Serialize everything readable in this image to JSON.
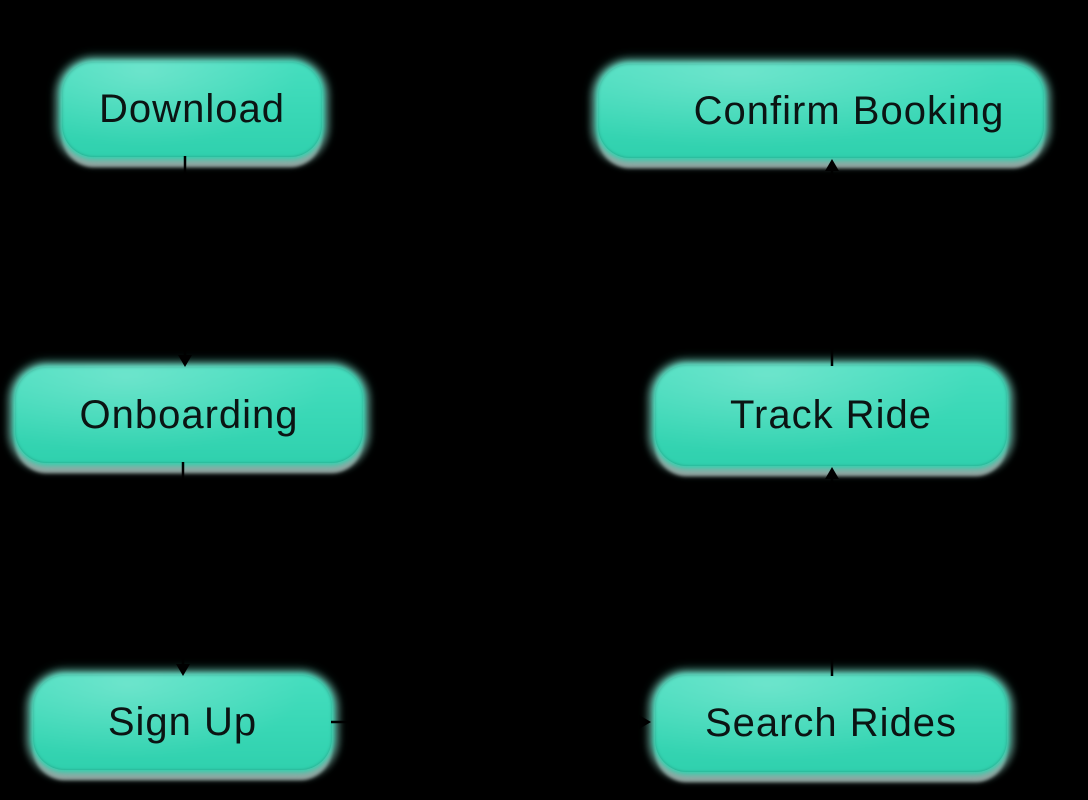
{
  "diagram": {
    "type": "flowchart",
    "background_color": "#000000",
    "node_fill_color": "#38d7b5",
    "node_text_color": "#0b1413",
    "shadow_color": "#a3a3a3",
    "arrow_color": "#000000",
    "nodes": {
      "download": {
        "label": "Download"
      },
      "onboarding": {
        "label": "Onboarding"
      },
      "sign_up": {
        "label": "Sign Up"
      },
      "search_rides": {
        "label": "Search Rides"
      },
      "track_ride": {
        "label": "Track Ride"
      },
      "confirm_booking": {
        "label": "Confirm Booking"
      }
    },
    "edges": [
      {
        "from": "Download",
        "to": "Onboarding",
        "direction": "down"
      },
      {
        "from": "Onboarding",
        "to": "Sign Up",
        "direction": "down"
      },
      {
        "from": "Sign Up",
        "to": "Search Rides",
        "direction": "right"
      },
      {
        "from": "Search Rides",
        "to": "Track Ride",
        "direction": "up"
      },
      {
        "from": "Track Ride",
        "to": "Confirm Booking",
        "direction": "up"
      }
    ]
  }
}
